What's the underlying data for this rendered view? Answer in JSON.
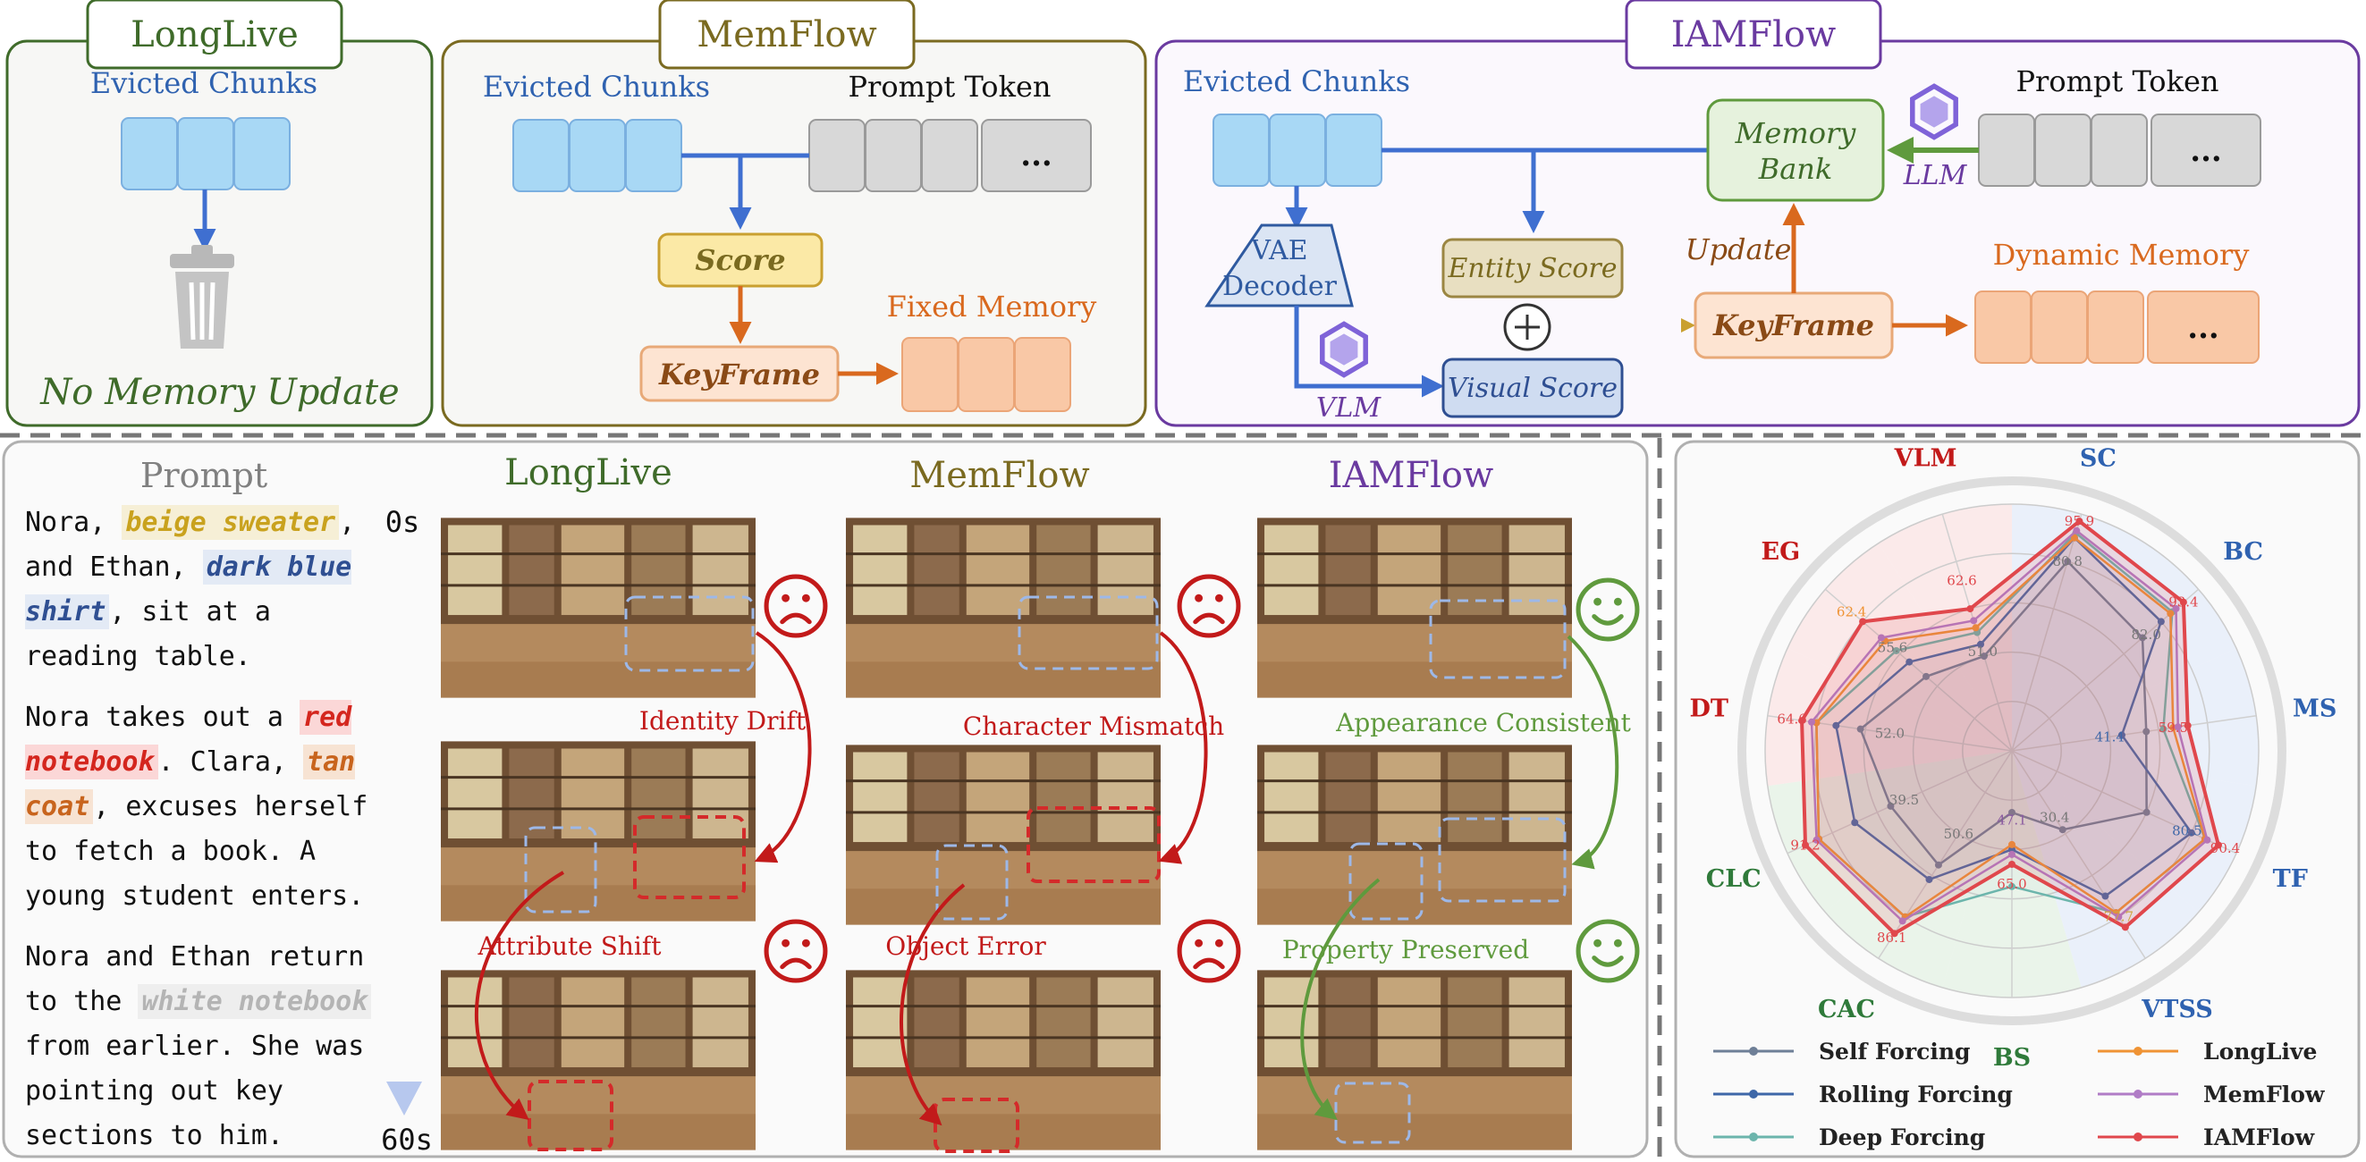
{
  "top": {
    "longlive": {
      "title": "LongLive",
      "evicted": "Evicted Chunks",
      "no_update": "No Memory Update"
    },
    "memflow": {
      "title": "MemFlow",
      "evicted": "Evicted Chunks",
      "prompt_token": "Prompt Token",
      "ellipsis": "...",
      "score": "Score",
      "keyframe": "KeyFrame",
      "fixed_memory": "Fixed Memory"
    },
    "iamflow": {
      "title": "IAMFlow",
      "evicted": "Evicted Chunks",
      "prompt_token": "Prompt Token",
      "ellipsis": "...",
      "memory_bank": "Memory Bank",
      "llm": "LLM",
      "update": "Update",
      "dynamic_memory": "Dynamic Memory",
      "vae_decoder": "VAE Decoder",
      "entity_score": "Entity Score",
      "plus": "+",
      "keyframe": "KeyFrame",
      "visual_score": "Visual Score",
      "vlm": "VLM"
    }
  },
  "bottom": {
    "prompt_title": "Prompt",
    "time_start": "0s",
    "time_end": "60s",
    "prompt_parts": [
      [
        "Nora, ",
        "beige sweater",
        ", and Ethan, ",
        "dark blue shirt",
        ", sit at a reading table."
      ],
      [
        "Nora takes out a ",
        "red notebook",
        ". Clara, ",
        "tan coat",
        ", excuses herself to fetch a book. A young student enters."
      ],
      [
        "Nora and Ethan return to the ",
        "white notebook",
        " from earlier. She was pointing out key sections to him."
      ]
    ],
    "columns": [
      "LongLive",
      "MemFlow",
      "IAMFlow"
    ],
    "annotations": {
      "identity_drift": "Identity Drift",
      "character_mismatch": "Character Mismatch",
      "appearance_consistent": "Appearance Consistent",
      "attribute_shift": "Attribute Shift",
      "object_error": "Object Error",
      "property_preserved": "Property Preserved"
    }
  },
  "chart_data": {
    "type": "radar",
    "axes": [
      {
        "label": "SC",
        "group": "blue"
      },
      {
        "label": "BC",
        "group": "blue"
      },
      {
        "label": "MS",
        "group": "blue"
      },
      {
        "label": "TF",
        "group": "blue"
      },
      {
        "label": "VTSS",
        "group": "blue"
      },
      {
        "label": "BS",
        "group": "green"
      },
      {
        "label": "CAC",
        "group": "green"
      },
      {
        "label": "CLC",
        "group": "green"
      },
      {
        "label": "DT",
        "group": "red"
      },
      {
        "label": "EG",
        "group": "red"
      },
      {
        "label": "VLM",
        "group": "red"
      }
    ],
    "series": [
      {
        "name": "Self Forcing",
        "color": "#6e7f97",
        "values": [
          0.8,
          0.7,
          0.55,
          0.6,
          0.38,
          0.25,
          0.55,
          0.54,
          0.62,
          0.46,
          0.4
        ]
      },
      {
        "name": "Rolling Forcing",
        "color": "#3e67a8",
        "values": [
          0.9,
          0.8,
          0.45,
          0.8,
          0.7,
          0.4,
          0.62,
          0.7,
          0.72,
          0.55,
          0.45
        ]
      },
      {
        "name": "Deep Forcing",
        "color": "#6cb5ac",
        "values": [
          0.92,
          0.86,
          0.62,
          0.86,
          0.78,
          0.55,
          0.8,
          0.86,
          0.8,
          0.62,
          0.5
        ]
      },
      {
        "name": "LongLive",
        "color": "#ef9334",
        "values": [
          0.9,
          0.85,
          0.66,
          0.86,
          0.78,
          0.38,
          0.8,
          0.86,
          0.8,
          0.68,
          0.52
        ]
      },
      {
        "name": "MemFlow",
        "color": "#b07cc6",
        "values": [
          0.93,
          0.88,
          0.68,
          0.87,
          0.8,
          0.42,
          0.82,
          0.87,
          0.82,
          0.7,
          0.55
        ]
      },
      {
        "name": "IAMFlow",
        "color": "#e0474c",
        "values": [
          0.97,
          0.92,
          0.72,
          0.92,
          0.85,
          0.46,
          0.88,
          0.92,
          0.86,
          0.8,
          0.6
        ]
      }
    ],
    "value_labels": [
      {
        "text": "95.9",
        "color": "#e0474c",
        "axis": 0,
        "r": 0.97
      },
      {
        "text": "80.8",
        "color": "#777777",
        "axis": 0,
        "r": 0.8
      },
      {
        "text": "93.4",
        "color": "#e0474c",
        "axis": 1,
        "r": 0.92
      },
      {
        "text": "82.0",
        "color": "#777777",
        "axis": 1,
        "r": 0.72
      },
      {
        "text": "59.5",
        "color": "#e0474c",
        "axis": 2,
        "r": 0.66
      },
      {
        "text": "41.4",
        "color": "#3e67a8",
        "axis": 2,
        "r": 0.4
      },
      {
        "text": "90.4",
        "color": "#e0474c",
        "axis": 3,
        "r": 0.95
      },
      {
        "text": "80.5",
        "color": "#3e67a8",
        "axis": 3,
        "r": 0.78
      },
      {
        "text": "77.7",
        "color": "#d0a640",
        "axis": 4,
        "r": 0.8
      },
      {
        "text": "65.0",
        "color": "#e0474c",
        "axis": 5,
        "r": 0.54
      },
      {
        "text": "47.1",
        "color": "#8a5aa0",
        "axis": 5,
        "r": 0.28
      },
      {
        "text": "86.1",
        "color": "#e0474c",
        "axis": 6,
        "r": 0.9
      },
      {
        "text": "50.6",
        "color": "#777777",
        "axis": 6,
        "r": 0.4
      },
      {
        "text": "91.2",
        "color": "#e0474c",
        "axis": 7,
        "r": 0.92
      },
      {
        "text": "39.5",
        "color": "#777777",
        "axis": 7,
        "r": 0.48
      },
      {
        "text": "30.4",
        "color": "#777777",
        "axis": 4,
        "r": 0.32
      },
      {
        "text": "64.6",
        "color": "#e0474c",
        "axis": 8,
        "r": 0.9
      },
      {
        "text": "52.0",
        "color": "#777777",
        "axis": 8,
        "r": 0.5
      },
      {
        "text": "62.4",
        "color": "#ef9334",
        "axis": 9,
        "r": 0.86
      },
      {
        "text": "55.6",
        "color": "#777777",
        "axis": 9,
        "r": 0.64
      },
      {
        "text": "62.6",
        "color": "#e0474c",
        "axis": 10,
        "r": 0.72
      },
      {
        "text": "51.0",
        "color": "#777777",
        "axis": 10,
        "r": 0.42
      }
    ],
    "rmax": 1.0,
    "grid": true,
    "legend": "bottom"
  }
}
